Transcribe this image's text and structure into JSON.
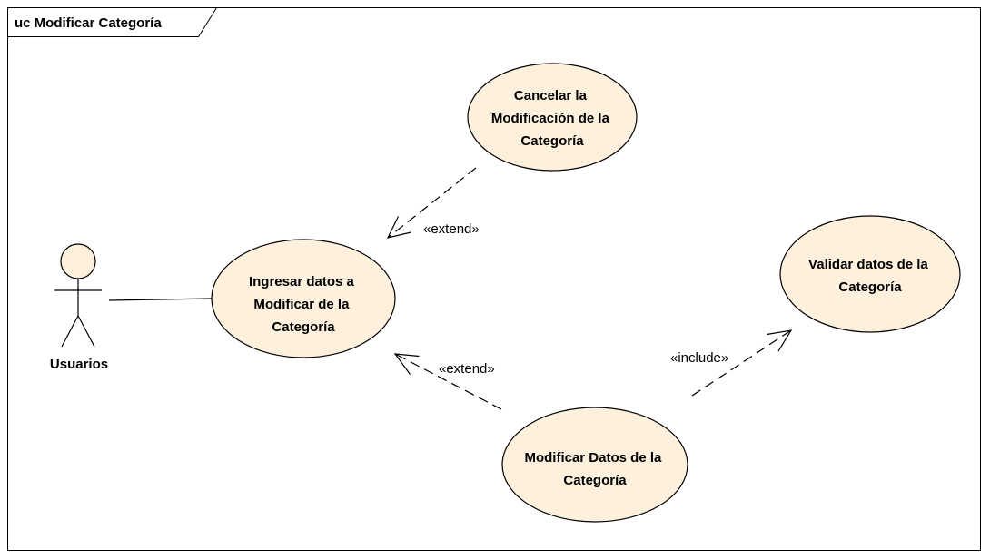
{
  "frame": {
    "title": "uc Modificar Categoría"
  },
  "colors": {
    "use_case_fill": "#fdf0dc",
    "line": "#000000",
    "background": "#ffffff"
  },
  "actor": {
    "name": "Usuarios",
    "icon": "stick-figure-actor-icon"
  },
  "use_cases": {
    "cancelar": [
      "Cancelar la",
      "Modificación de la",
      "Categoría"
    ],
    "ingresar": [
      "Ingresar datos a",
      "Modificar de la",
      "Categoría"
    ],
    "validar": [
      "Validar datos de la",
      "Categoría"
    ],
    "modificar": [
      "Modificar Datos de la",
      "Categoría"
    ]
  },
  "relationships": {
    "extend_top": "«extend»",
    "extend_bottom": "«extend»",
    "include": "«include»"
  }
}
